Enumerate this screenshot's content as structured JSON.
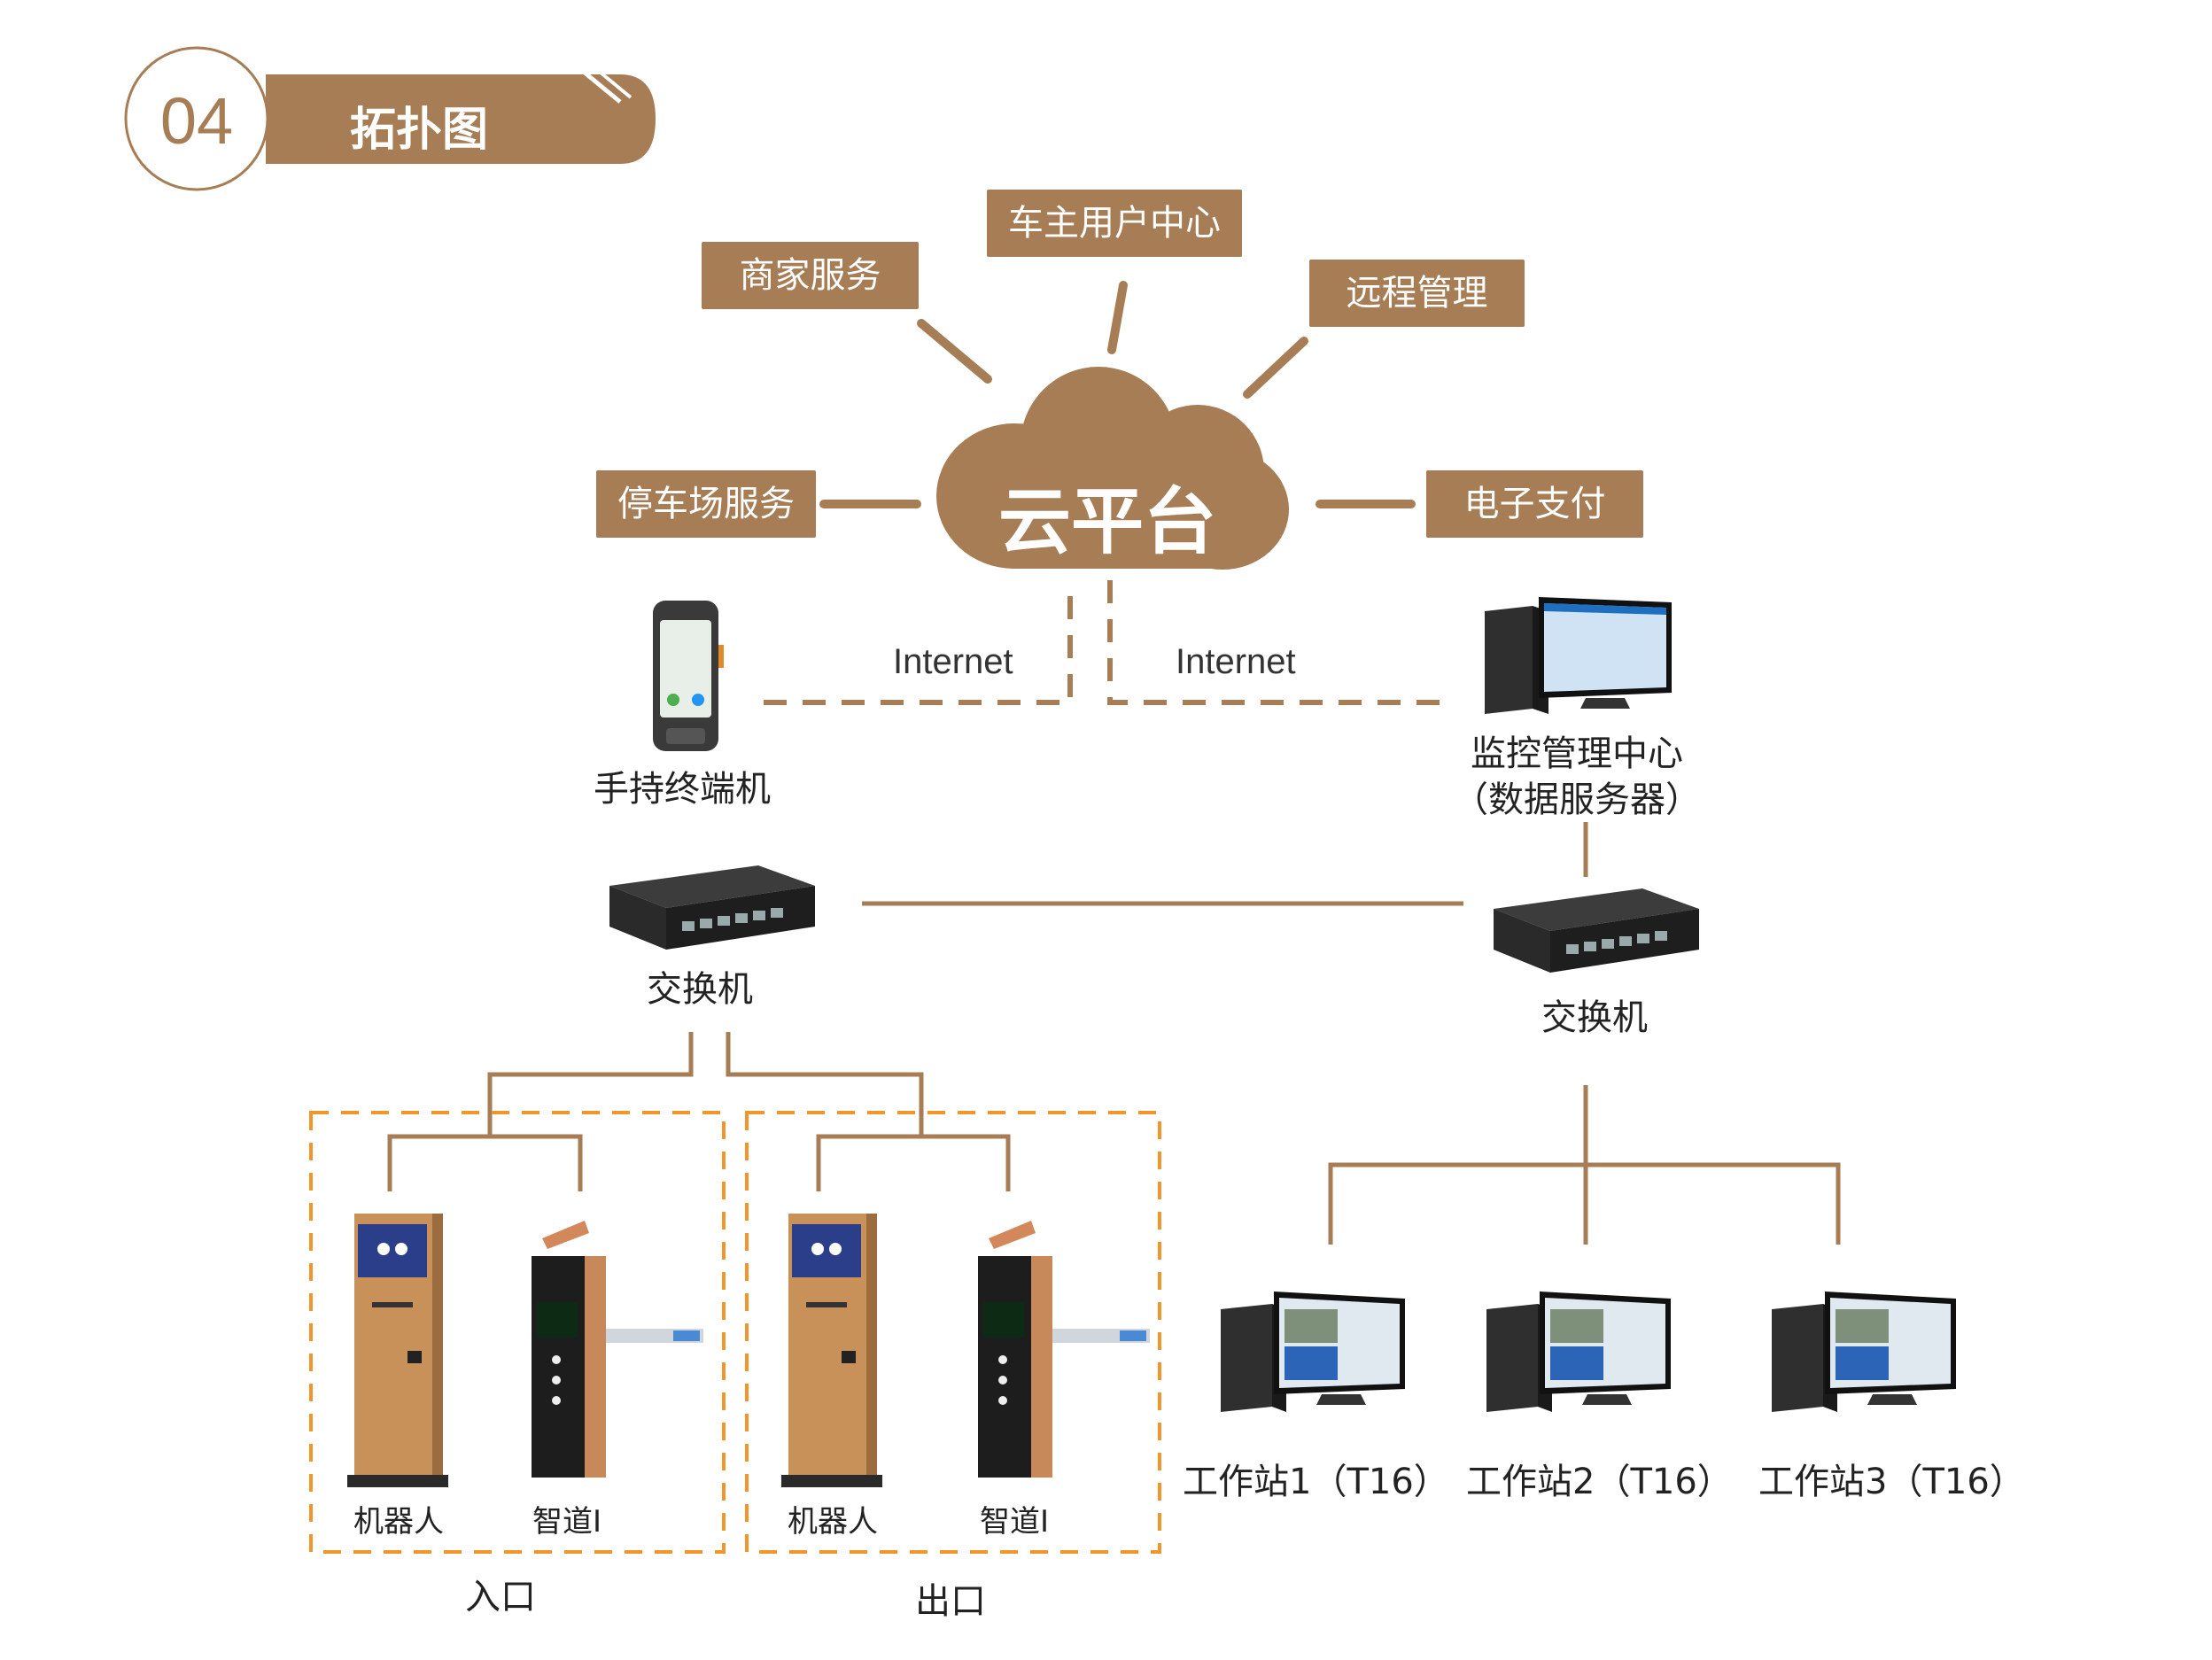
{
  "header": {
    "number": "04",
    "title": "拓扑图"
  },
  "cloud": {
    "label": "云平台"
  },
  "services": {
    "merchant": "商家服务",
    "owner_center": "车主用户中心",
    "remote": "远程管理",
    "parking": "停车场服务",
    "payment": "电子支付"
  },
  "network": {
    "left": "Internet",
    "right": "Internet"
  },
  "devices": {
    "handheld": "手持终端机",
    "monitor_line1": "监控管理中心",
    "monitor_line2": "（数据服务器）",
    "switch_left": "交换机",
    "switch_right": "交换机"
  },
  "lanes": {
    "entry": {
      "label": "入口",
      "robot": "机器人",
      "gate": "智道Ⅰ"
    },
    "exit": {
      "label": "出口",
      "robot": "机器人",
      "gate": "智道Ⅰ"
    }
  },
  "workstations": [
    "工作站1（T16）",
    "工作站2（T16）",
    "工作站3（T16）"
  ],
  "colors": {
    "brand": "#a67d55",
    "dashed_box": "#f0962a",
    "line": "#a67d55"
  }
}
